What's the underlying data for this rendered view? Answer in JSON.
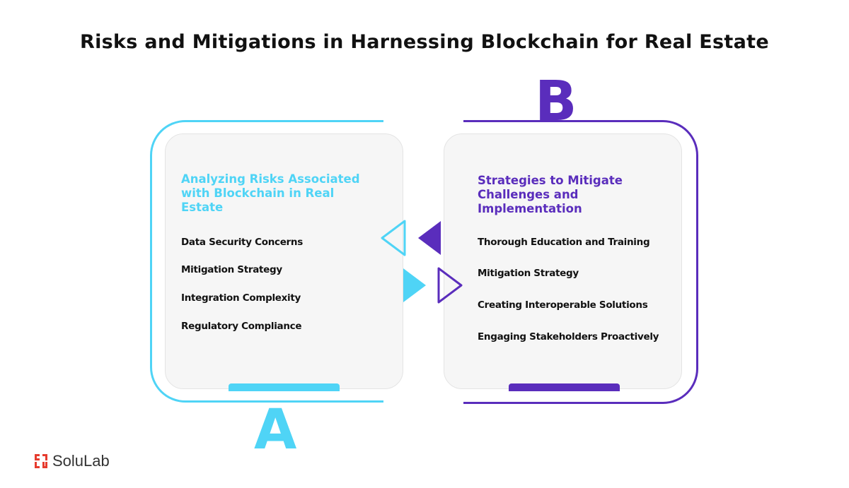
{
  "title": "Risks and Mitigations in Harnessing Blockchain for Real Estate",
  "colors": {
    "accent_a": "#4fd4f6",
    "accent_b": "#5a2dbc",
    "logo_red": "#e63b2e"
  },
  "panel_a": {
    "letter": "A",
    "heading": "Analyzing Risks Associated with Blockchain in Real Estate",
    "items": [
      "Data Security Concerns",
      "Mitigation Strategy",
      "Integration Complexity",
      "Regulatory Compliance"
    ]
  },
  "panel_b": {
    "letter": "B",
    "heading": "Strategies to Mitigate Challenges and Implementation",
    "items": [
      "Thorough Education and Training",
      "Mitigation Strategy",
      "Creating Interoperable Solutions",
      "Engaging Stakeholders Proactively"
    ]
  },
  "logo": {
    "name": "SoluLab",
    "icon": "solulab-logo-icon"
  }
}
